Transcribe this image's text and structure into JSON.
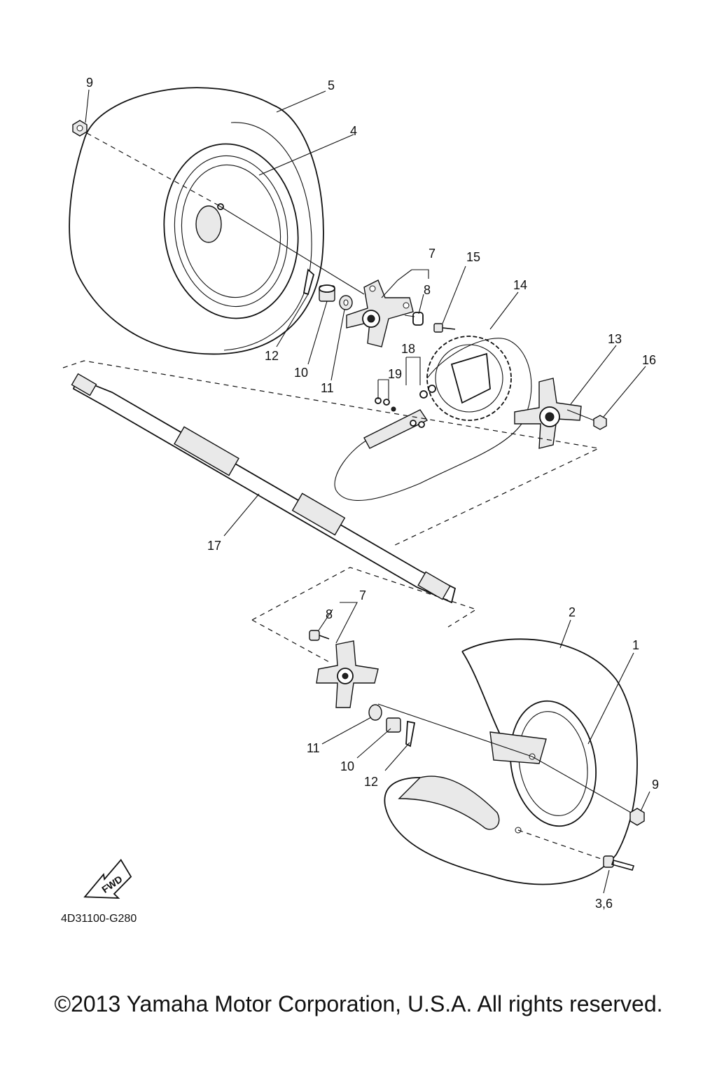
{
  "diagram": {
    "drawing_code": "4D31100-G280",
    "fwd_label": "FWD",
    "copyright": "©2013 Yamaha Motor Corporation, U.S.A. All rights reserved.",
    "callouts": {
      "c1": "1",
      "c2": "2",
      "c3_6": "3,6",
      "c4": "4",
      "c5": "5",
      "c7_top": "7",
      "c7_bot": "7",
      "c8_top": "8",
      "c8_bot": "8",
      "c9_top": "9",
      "c9_bot": "9",
      "c10_top": "10",
      "c10_bot": "10",
      "c11_top": "11",
      "c11_bot": "11",
      "c12_top": "12",
      "c12_bot": "12",
      "c13": "13",
      "c14": "14",
      "c15": "15",
      "c16": "16",
      "c17": "17",
      "c18": "18",
      "c19": "19"
    }
  }
}
